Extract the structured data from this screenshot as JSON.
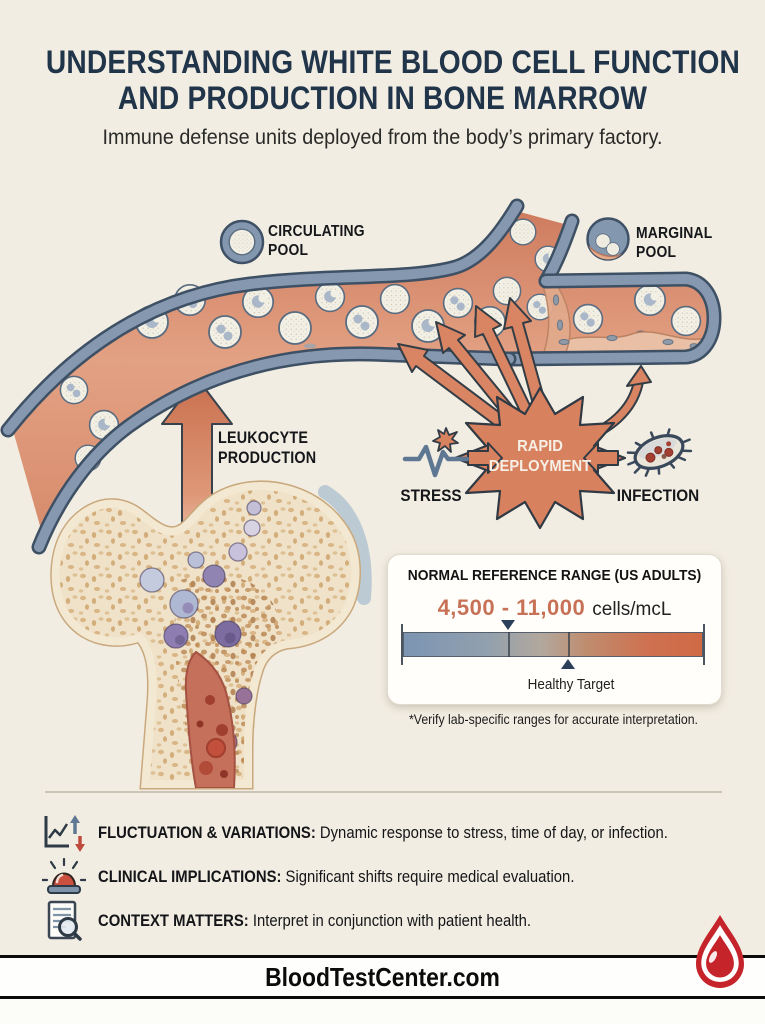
{
  "header": {
    "title_line1": "UNDERSTANDING WHITE BLOOD CELL FUNCTION",
    "title_line2": "AND PRODUCTION IN BONE MARROW",
    "subtitle": "Immune defense units deployed from the body’s primary factory."
  },
  "diagram": {
    "circulating_pool_label": "CIRCULATING\nPOOL",
    "marginal_pool_label": "MARGINAL\nPOOL",
    "leukocyte_label": "LEUKOCYTE\nPRODUCTION",
    "rapid_deployment_label": "RAPID\nDEPLOYMENT",
    "stress_label": "STRESS",
    "infection_label": "INFECTION"
  },
  "reference_card": {
    "title": "NORMAL REFERENCE RANGE (US ADULTS)",
    "range": "4,500 - 11,000",
    "unit": "cells/mcL",
    "target_label": "Healthy Target",
    "note": "*Verify lab-specific ranges for accurate interpretation.",
    "range_low": "4,500",
    "range_high": "11,000"
  },
  "key_points": [
    {
      "label": "FLUCTUATION & VARIATIONS:",
      "text": " Dynamic response to stress, time of day, or infection."
    },
    {
      "label": "CLINICAL IMPLICATIONS:",
      "text": " Significant shifts require medical evaluation."
    },
    {
      "label": "CONTEXT MATTERS:",
      "text": " Interpret in conjunction with patient health."
    }
  ],
  "footer": {
    "site": "BloodTestCenter.com"
  },
  "colors": {
    "background": "#F2EDE2",
    "title_navy": "#20344A",
    "salmon_accent": "#D8815F",
    "vessel_wall": "#8598B0",
    "range_text": "#C77257",
    "marker_navy": "#2A405B",
    "drop_red": "#C5242B"
  }
}
